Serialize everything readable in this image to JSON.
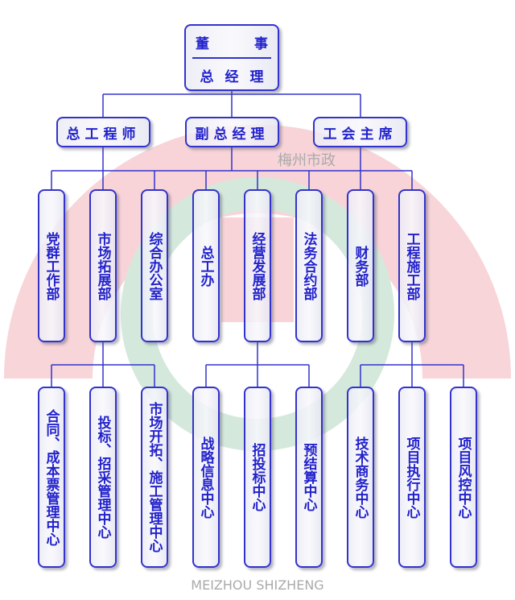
{
  "top": {
    "line1_a": "董",
    "line1_b": "事",
    "line2": "总经理"
  },
  "level2": [
    "总工程师",
    "副总经理",
    "工会主席"
  ],
  "level3": [
    "党群工作部",
    "市场拓展部",
    "综合办公室",
    "总工办",
    "经营发展部",
    "法务合约部",
    "财务部",
    "工程施工部"
  ],
  "level4": [
    "合同、成本票管理中心",
    "投标、招采管理中心",
    "市场开拓、施工管理中心",
    "战略信息中心",
    "招投标中心",
    "预结算中心",
    "技术商务中心",
    "项目执行中心",
    "项目风控中心"
  ],
  "watermark": {
    "cn": "梅州市政",
    "en": "MEIZHOU SHIZHENG"
  },
  "colors": {
    "line": "#3333cc",
    "text": "#2222cc"
  }
}
